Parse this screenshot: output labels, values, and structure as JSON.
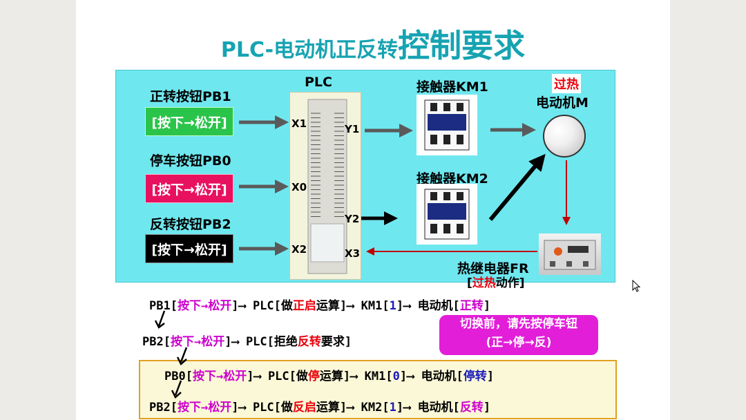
{
  "title": {
    "part1": "PLC-电动机正反转",
    "part2": "控制要求"
  },
  "inputs": [
    {
      "label": "正转按钮PB1",
      "button": "[按下→松开]",
      "terminal": "X1",
      "color": "#2bc44a"
    },
    {
      "label": "停车按钮PB0",
      "button": "[按下→松开]",
      "terminal": "X0",
      "color": "#e8115f"
    },
    {
      "label": "反转按钮PB2",
      "button": "[按下→松开]",
      "terminal": "X2",
      "color": "#000000"
    }
  ],
  "plc": {
    "label": "PLC",
    "out1": "Y1",
    "out2": "Y2",
    "in3": "X3"
  },
  "contactors": [
    {
      "label": "接触器KM1"
    },
    {
      "label": "接触器KM2"
    }
  ],
  "motor": {
    "overheat": "过热",
    "label": "电动机M"
  },
  "thermal_relay": {
    "label": "热继电器FR",
    "note_open": "[",
    "note_red": "过热",
    "note_rest": "动作]"
  },
  "seq1": {
    "pb": "PB1",
    "press": "按下→松开",
    "plc": "PLC[做",
    "action": "正启",
    "calc": "运算]",
    "km": "KM1",
    "km_val": "1",
    "motor": "电动机[",
    "state": "正转",
    "close": "]"
  },
  "seq2": {
    "pb": "PB2",
    "press": "按下→松开",
    "plc": "PLC[拒绝",
    "action": "反转",
    "calc": "要求]"
  },
  "tip": {
    "line1": "切换前，请先按停车钮",
    "line2": "(正→停→反)"
  },
  "seq3": {
    "pb": "PB0",
    "press": "按下→松开",
    "plc": "PLC[做",
    "action": "停",
    "calc": "运算]",
    "km": "KM1",
    "km_val": "0",
    "motor": "电动机[",
    "state": "停转",
    "close": "]"
  },
  "seq4": {
    "pb": "PB2",
    "press": "按下→松开",
    "plc": "PLC[做",
    "action": "反启",
    "calc": "运算]",
    "km": "KM2",
    "km_val": "1",
    "motor": "电动机[",
    "state": "反转",
    "close": "]"
  }
}
